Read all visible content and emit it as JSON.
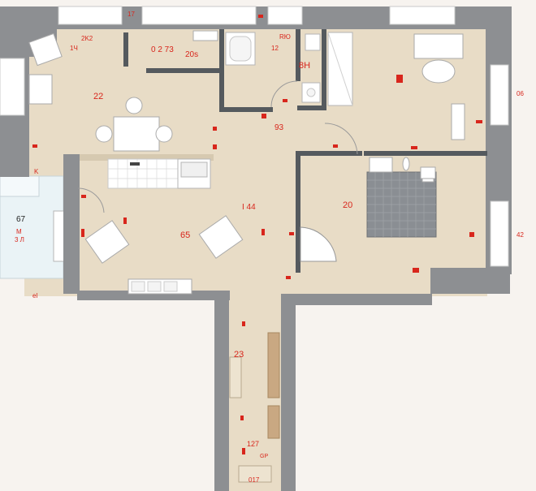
{
  "colors": {
    "floor": "#e8dcc6",
    "wall": "#8d8f92",
    "wall_dark": "#6f7275",
    "window": "#ffffff",
    "balcony": "#eaf3f6",
    "tile": "#8a8e93",
    "furniture": "#ffffff",
    "wood": "#c9a882",
    "red": "#d8261c",
    "dark": "#222222",
    "background": "#f7f3ef"
  },
  "labels": {
    "room_22": "22",
    "room_20": "20",
    "room_23": "23",
    "room_65": "65",
    "room_67": "67",
    "room_8h": "8H",
    "room_93": "93",
    "corridor_144": "I 44",
    "top_17": "17",
    "top_2k2": "2K2",
    "top_14": "1Ч",
    "top_023": "0 2 73",
    "top_205": "20s",
    "top_rh": "RЮ",
    "top_12": "12",
    "right_06": "06",
    "right_42": "42",
    "left_k": "K",
    "left_el": "el",
    "left_m": "M ",
    "left_3": "3 Л",
    "bottom_27": "127",
    "bottom_gp": "GP",
    "bottom_17": "017"
  }
}
